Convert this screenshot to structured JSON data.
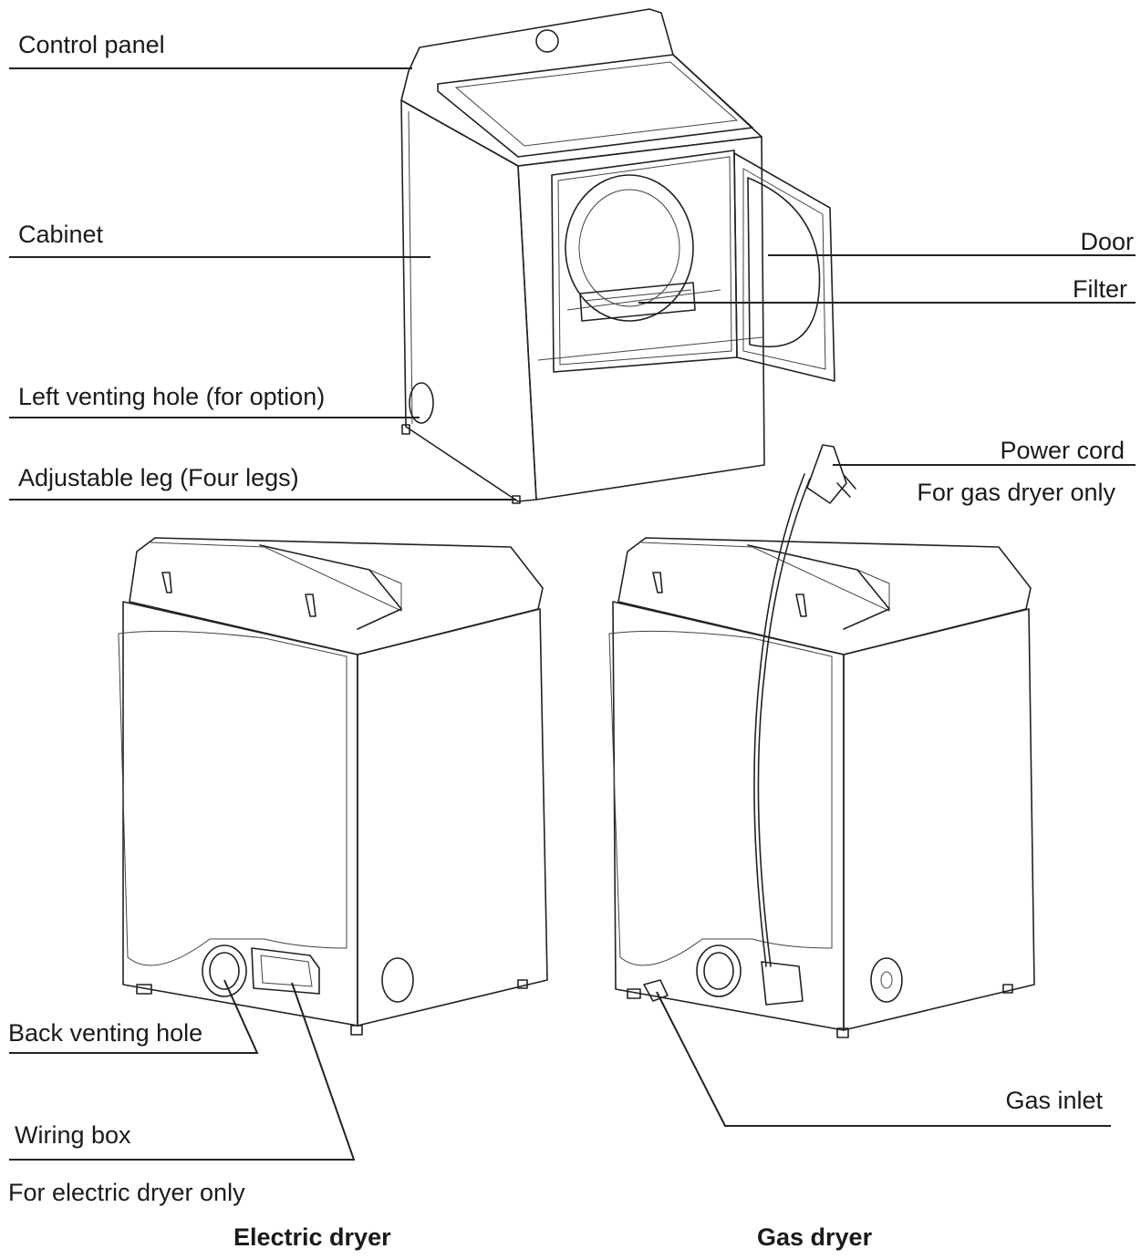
{
  "labels": {
    "control_panel": "Control panel",
    "cabinet": "Cabinet",
    "left_venting_hole": "Left venting hole (for option)",
    "adjustable_leg": "Adjustable leg (Four legs)",
    "door": "Door",
    "filter": "Filter",
    "power_cord": "Power cord",
    "power_cord_note": "For gas dryer only",
    "back_venting_hole": "Back venting hole",
    "wiring_box": "Wiring box",
    "wiring_box_note": "For electric dryer only",
    "gas_inlet": "Gas inlet"
  },
  "captions": {
    "electric": "Electric dryer",
    "gas": "Gas dryer"
  }
}
